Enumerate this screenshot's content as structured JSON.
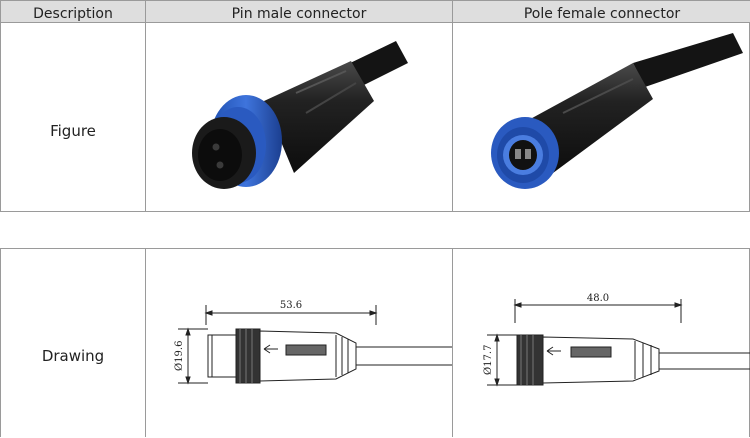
{
  "header": {
    "description": "Description",
    "pin_male": "Pin male connector",
    "pole_female": "Pole female connector"
  },
  "rows": {
    "figure_label": "Figure",
    "drawing_label": "Drawing"
  },
  "drawings": {
    "male": {
      "length": "53.6",
      "diameter": "Ø19.6"
    },
    "female": {
      "length": "48.0",
      "diameter": "Ø17.7"
    }
  },
  "colors": {
    "header_bg": "#dedede",
    "border": "#9a9a9a",
    "connector_blue": "#2f5fc4",
    "connector_black": "#1c1c1c"
  }
}
